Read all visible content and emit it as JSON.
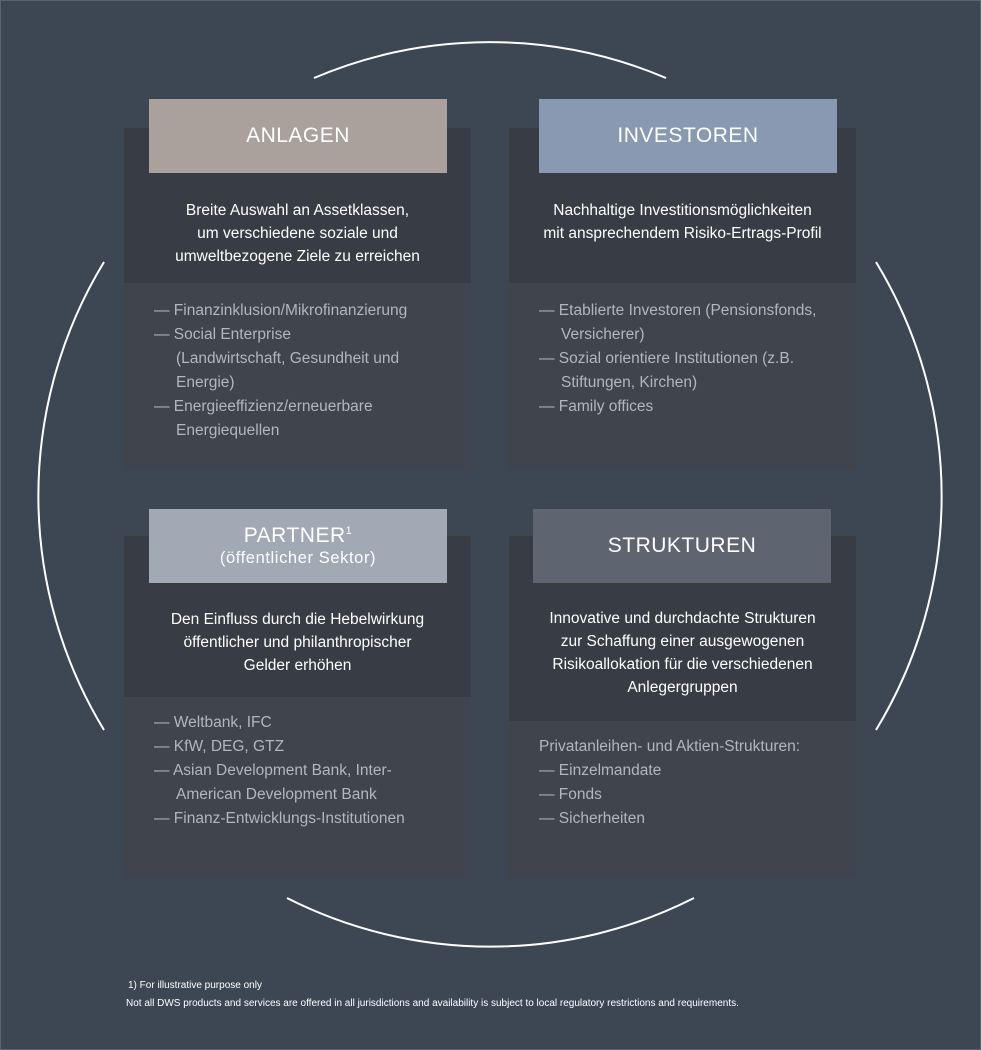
{
  "colors": {
    "background": "#3d4753",
    "anlagen_header": "#aba19c",
    "investoren_header": "#8899b1",
    "partner_header": "#a1a9b4",
    "strukturen_header": "#5e6570",
    "card_top": "#383c44",
    "card_list": "#40444d"
  },
  "quadrants": {
    "anlagen": {
      "title": "ANLAGEN",
      "intro": [
        "Breite Auswahl an Assetklassen,",
        "um verschiedene soziale und",
        "umweltbezogene Ziele zu erreichen"
      ],
      "items": [
        "— Finanzinklusion/Mikrofinanzierung",
        "— Social Enterprise (Landwirtschaft, Gesundheit und Energie)",
        "— Energieeffizienz/erneuerbare Energiequellen"
      ]
    },
    "investoren": {
      "title": "INVESTOREN",
      "intro": [
        "Nachhaltige Investitionsmöglichkeiten",
        "mit ansprechendem Risiko-Ertrags-Profil"
      ],
      "items": [
        "— Etablierte Investoren (Pensionsfonds, Versicherer)",
        "— Sozial orientiere Institutionen (z.B. Stiftungen, Kirchen)",
        "— Family offices"
      ]
    },
    "partner": {
      "title": "PARTNER",
      "title_sup": "1",
      "subtitle": "(öffentlicher Sektor)",
      "intro": [
        "Den Einfluss durch die Hebelwirkung",
        "öffentlicher und philanthropischer",
        "Gelder erhöhen"
      ],
      "items": [
        "— Weltbank, IFC",
        "— KfW, DEG, GTZ",
        "— Asian Development Bank, Inter-American Development Bank",
        "— Finanz-Entwicklungs-Institutionen"
      ]
    },
    "strukturen": {
      "title": "STRUKTUREN",
      "intro": [
        "Innovative und durchdachte Strukturen",
        "zur Schaffung einer ausgewogenen",
        "Risikoallokation für die verschiedenen",
        "Anlegergruppen"
      ],
      "lead": "Privatanleihen- und Aktien-Strukturen:",
      "items": [
        "— Einzelmandate",
        "— Fonds",
        "— Sicherheiten"
      ]
    }
  },
  "footnotes": {
    "note1": "1) For illustrative purpose only",
    "note2": "Not all DWS products and services are offered in all jurisdictions and availability is subject to local regulatory restrictions and requirements."
  }
}
